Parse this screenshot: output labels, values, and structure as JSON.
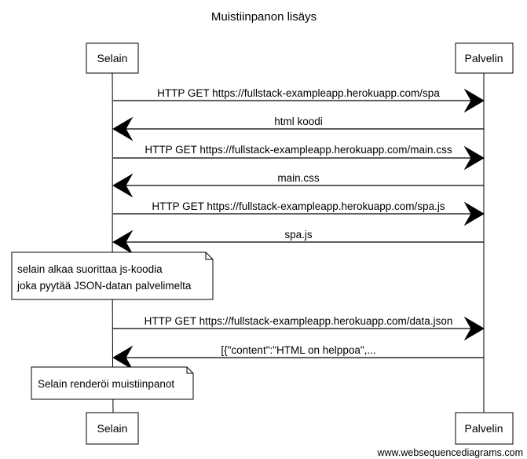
{
  "title": "Muistiinpanon lisäys",
  "participants": {
    "left": "Selain",
    "right": "Palvelin"
  },
  "messages": [
    {
      "text": "HTTP GET https://fullstack-exampleapp.herokuapp.com/spa",
      "direction": "right"
    },
    {
      "text": "html koodi",
      "direction": "left"
    },
    {
      "text": "HTTP GET https://fullstack-exampleapp.herokuapp.com/main.css",
      "direction": "right"
    },
    {
      "text": "main.css",
      "direction": "left"
    },
    {
      "text": "HTTP GET https://fullstack-exampleapp.herokuapp.com/spa.js",
      "direction": "right"
    },
    {
      "text": "spa.js",
      "direction": "left"
    },
    {
      "text": "HTTP GET https://fullstack-exampleapp.herokuapp.com/data.json",
      "direction": "right"
    },
    {
      "text": "[{\"content\":\"HTML on helppoa\",...",
      "direction": "left"
    }
  ],
  "notes": [
    {
      "lines": [
        "selain alkaa suorittaa js-koodia",
        "joka pyytää JSON-datan palvelimelta"
      ]
    },
    {
      "lines": [
        "Selain renderöi muistiinpanot"
      ]
    }
  ],
  "footer": "www.websequencediagrams.com"
}
